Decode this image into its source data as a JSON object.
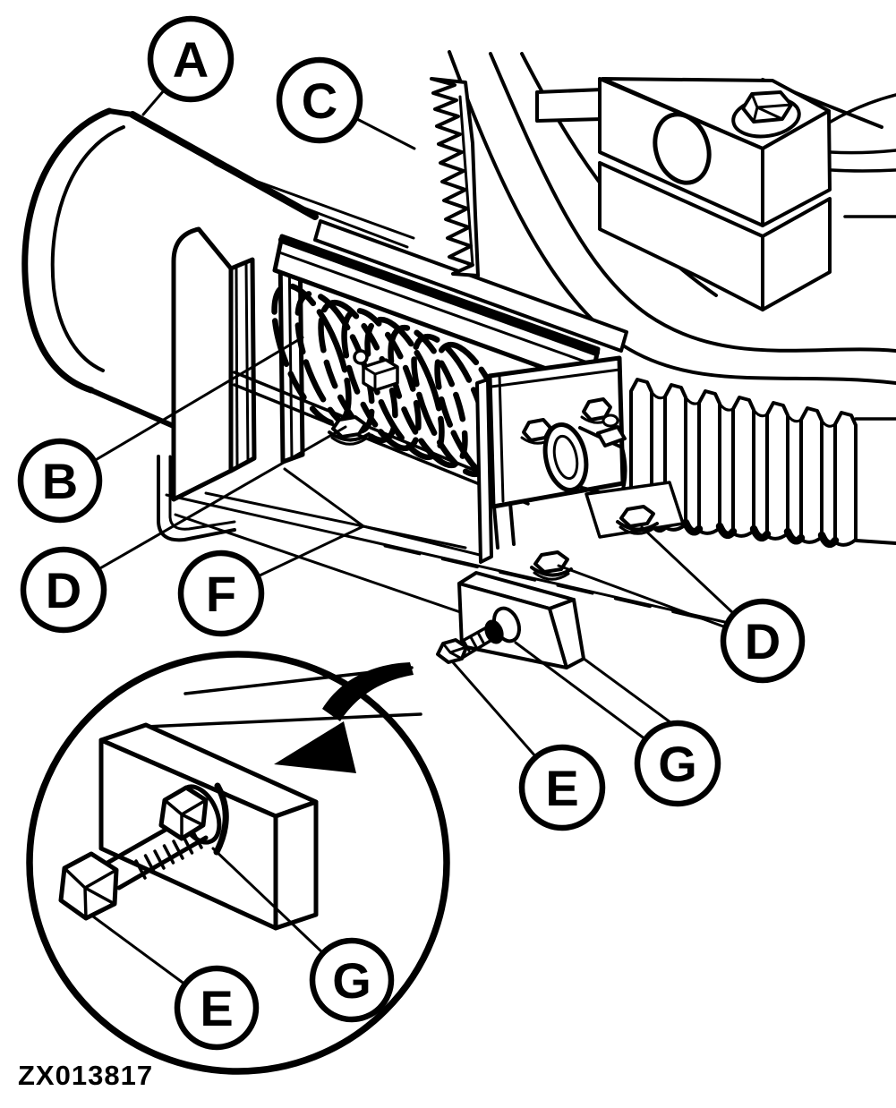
{
  "figure": {
    "code": "ZX013817"
  },
  "callouts": {
    "a": "A",
    "b": "B",
    "c": "C",
    "d_left": "D",
    "f": "F",
    "d_right": "D",
    "g_main": "G",
    "e_main": "E",
    "e_detail": "E",
    "g_detail": "G"
  },
  "colors": {
    "ink": "#000000",
    "paper": "#ffffff"
  }
}
